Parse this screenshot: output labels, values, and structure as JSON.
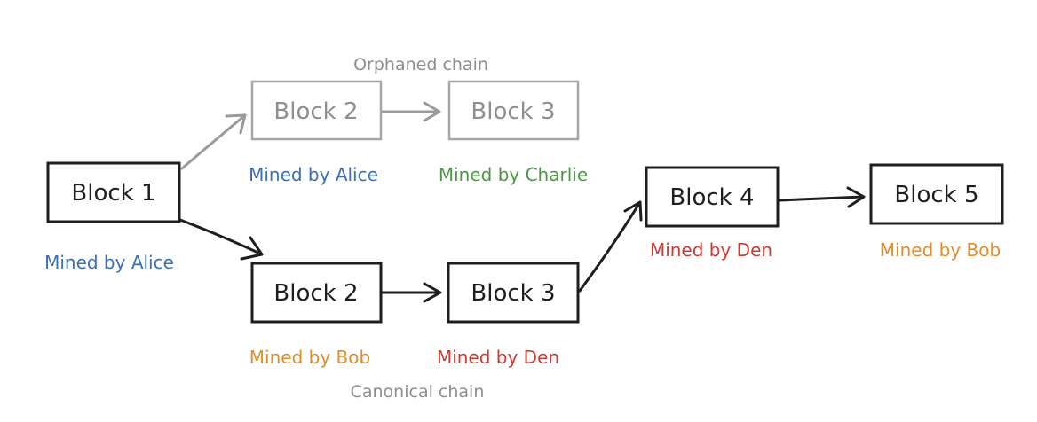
{
  "colors": {
    "alice": "#3b6fb6",
    "charlie": "#4a9a44",
    "bob": "#e08e2c",
    "den": "#cc3b34",
    "canonical_stroke": "#1e1e1e",
    "orphan_stroke": "#a6a6a6",
    "chain_label": "#8e8e8e"
  },
  "labels": {
    "orphaned_chain": "Orphaned chain",
    "canonical_chain": "Canonical chain"
  },
  "blocks": {
    "block1": {
      "label": "Block 1",
      "miner": "Mined by Alice"
    },
    "orphan_block2": {
      "label": "Block 2",
      "miner": "Mined by Alice"
    },
    "orphan_block3": {
      "label": "Block 3",
      "miner": "Mined by Charlie"
    },
    "canon_block2": {
      "label": "Block 2",
      "miner": "Mined by Bob"
    },
    "canon_block3": {
      "label": "Block 3",
      "miner": "Mined by Den"
    },
    "block4": {
      "label": "Block 4",
      "miner": "Mined by Den"
    },
    "block5": {
      "label": "Block 5",
      "miner": "Mined by Bob"
    }
  }
}
